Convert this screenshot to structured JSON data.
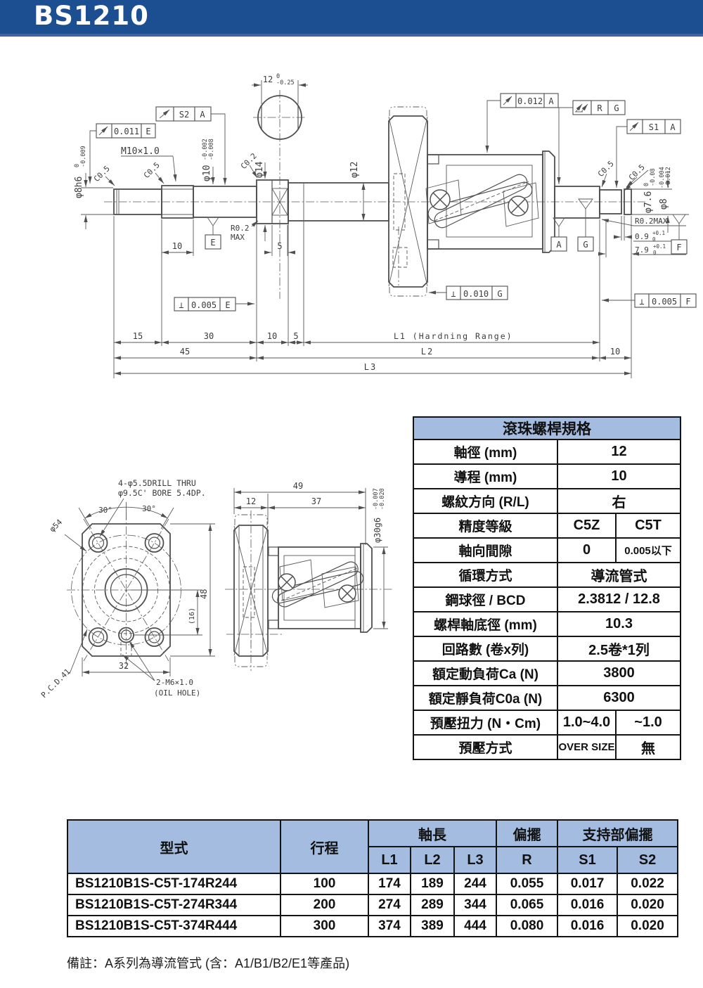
{
  "page": {
    "title": "BS1210",
    "note": "備註：A系列為導流管式 (含：A1/B1/B2/E1等產品)"
  },
  "drawing": {
    "sec12": "12",
    "sec12u": "0",
    "sec12l": "-0.25",
    "S2": "S2",
    "S1": "S1",
    "A": "A",
    "E": "E",
    "G": "G",
    "F": "F",
    "R": "R",
    "t011": "0.011",
    "t012": "0.012",
    "t010": "0.010",
    "t005": "0.005",
    "perp": "⊥",
    "m10": "M10×1.0",
    "c05": "C0.5",
    "c02": "C0.2",
    "d8h6": "φ8h6",
    "d8h6u": "0",
    "d8h6l": "-0.009",
    "d10": "φ10",
    "d10u": "-0.002",
    "d10l": "-0.008",
    "d12": "φ12",
    "d14": "φ14",
    "r02a": "R0.2",
    "r02b": "MAX",
    "r02max": "R0.2MAX",
    "d76": "φ7.6",
    "d76u": "0",
    "d76l": "-0.08",
    "d8": "φ8",
    "d8u": "-0.004",
    "d8l": "-0.012",
    "d09": "0.9",
    "d09u": "+0.1",
    "d09l": "0",
    "d79": "7.9",
    "d79u": "+0.1",
    "d79l": "0",
    "n15": "15",
    "n30": "30",
    "n10": "10",
    "n5": "5",
    "n45": "45",
    "l1": "L1 (Hardning Range)",
    "l2": "L2",
    "l3": "L3"
  },
  "flange_view": {
    "note1": "4-φ5.5DRILL THRU",
    "note2": "φ9.5C' BORE 5.4DP.",
    "a30": "30°",
    "d54": "φ54",
    "pcd": "P.C.D.41",
    "n48": "48",
    "n16": "(16)",
    "n32": "32",
    "oil1": "2-M6×1.0",
    "oil2": "(OIL HOLE)"
  },
  "nut_view": {
    "n49": "49",
    "n12": "12",
    "n37": "37",
    "d30": "φ30g6",
    "d30u": "-0.007",
    "d30l": "-0.020"
  },
  "spec_table": {
    "title": "滾珠螺桿規格",
    "rows": [
      {
        "label": "軸徑 (mm)",
        "value": "12"
      },
      {
        "label": "導程 (mm)",
        "value": "10"
      },
      {
        "label": "螺紋方向 (R/L)",
        "value": "右"
      },
      {
        "label": "精度等級",
        "v1": "C5Z",
        "v2": "C5T"
      },
      {
        "label": "軸向間隙",
        "v1": "0",
        "v2": "0.005以下"
      },
      {
        "label": "循環方式",
        "value": "導流管式"
      },
      {
        "label": "鋼球徑 / BCD",
        "value": "2.3812 / 12.8"
      },
      {
        "label": "螺桿軸底徑 (mm)",
        "value": "10.3"
      },
      {
        "label": "回路數 (卷x列)",
        "value": "2.5卷*1列"
      },
      {
        "label": "額定動負荷Ca (N)",
        "value": "3800"
      },
      {
        "label": "額定靜負荷C0a (N)",
        "value": "6300"
      },
      {
        "label": "預壓扭力 (N・Cm)",
        "v1": "1.0~4.0",
        "v2": "~1.0"
      },
      {
        "label": "預壓方式",
        "v1": "OVER SIZE",
        "v2": "無"
      }
    ]
  },
  "model_table": {
    "headers": {
      "model": "型式",
      "stroke": "行程",
      "axis_len": "軸長",
      "runout": "偏擺",
      "support_runout": "支持部偏擺",
      "l1": "L1",
      "l2": "L2",
      "l3": "L3",
      "r": "R",
      "s1": "S1",
      "s2": "S2"
    },
    "rows": [
      {
        "model": "BS1210B1S-C5T-174R244",
        "stroke": "100",
        "l1": "174",
        "l2": "189",
        "l3": "244",
        "r": "0.055",
        "s1": "0.017",
        "s2": "0.022"
      },
      {
        "model": "BS1210B1S-C5T-274R344",
        "stroke": "200",
        "l1": "274",
        "l2": "289",
        "l3": "344",
        "r": "0.065",
        "s1": "0.016",
        "s2": "0.020"
      },
      {
        "model": "BS1210B1S-C5T-374R444",
        "stroke": "300",
        "l1": "374",
        "l2": "389",
        "l3": "444",
        "r": "0.080",
        "s1": "0.016",
        "s2": "0.020"
      }
    ]
  }
}
